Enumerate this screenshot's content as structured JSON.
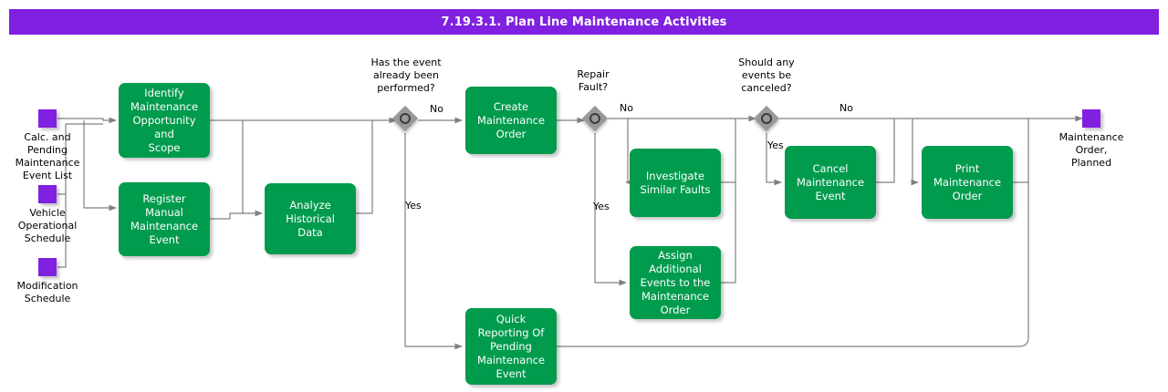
{
  "header": {
    "title": "7.19.3.1. Plan Line Maintenance Activities",
    "bar_color": "#8020E0"
  },
  "palette": {
    "task_green": "#009B4D",
    "data_purple": "#8020E0",
    "gateway_gray": "#999999",
    "edge_gray": "#808080",
    "text_white": "#FFFFFF",
    "text_black": "#000000"
  },
  "inputs": [
    {
      "label": "Calc. and\nPending\nMaintenance\nEvent List",
      "name": "calc-and-pending-maintenance-event-list"
    },
    {
      "label": "Vehicle\nOperational\nSchedule",
      "name": "vehicle-operational-schedule"
    },
    {
      "label": "Modification\nSchedule",
      "name": "modification-schedule"
    }
  ],
  "outputs": [
    {
      "label": "Maintenance\nOrder,\nPlanned",
      "name": "maintenance-order-planned"
    }
  ],
  "tasks": [
    {
      "id": "identify",
      "label": "Identify\nMaintenance\nOpportunity and\nScope"
    },
    {
      "id": "register",
      "label": "Register Manual\nMaintenance\nEvent"
    },
    {
      "id": "analyze",
      "label": "Analyze\nHistorical\nData"
    },
    {
      "id": "create",
      "label": "Create\nMaintenance\nOrder"
    },
    {
      "id": "investigate",
      "label": "Investigate\nSimilar Faults"
    },
    {
      "id": "assign",
      "label": "Assign Additional\nEvents to the\nMaintenance\nOrder"
    },
    {
      "id": "cancel",
      "label": "Cancel\nMaintenance\nEvent"
    },
    {
      "id": "print",
      "label": "Print\nMaintenance\nOrder"
    },
    {
      "id": "quick",
      "label": "Quick\nReporting Of\nPending\nMaintenance\nEvent"
    }
  ],
  "gateways": [
    {
      "id": "g1",
      "question": "Has the event\nalready been\nperformed?"
    },
    {
      "id": "g2",
      "question": "Repair\nFault?"
    },
    {
      "id": "g3",
      "question": "Should any\nevents be\ncanceled?"
    }
  ],
  "edge_labels": {
    "g1_no": "No",
    "g1_yes": "Yes",
    "g2_no": "No",
    "g2_yes": "Yes",
    "g3_no": "No",
    "g3_yes": "Yes"
  }
}
